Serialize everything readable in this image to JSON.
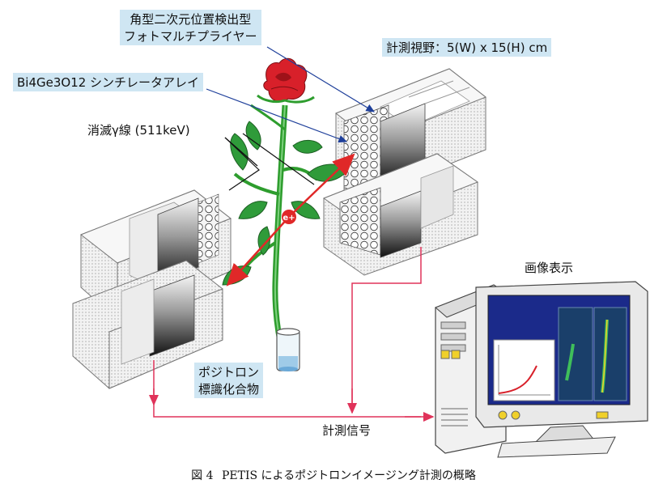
{
  "labels": {
    "photomultiplier_line1": "角型二次元位置検出型",
    "photomultiplier_line2": "フォトマルチプライヤー",
    "field_of_view": "計測視野：5(W) x 15(H) cm",
    "scintillator": "Bi4Ge3O12 シンチレータアレイ",
    "annihilation_gamma": "消滅γ線 (511keV)",
    "image_display": "画像表示",
    "positron_line1": "ポジトロン",
    "positron_line2": "標識化合物",
    "measurement_signal": "計測信号",
    "electron_symbol": "e+"
  },
  "caption": {
    "figure_number": "図 4",
    "text": "PETIS によるポジトロンイメージング計測の概略"
  },
  "colors": {
    "label_background": "#cfe6f3",
    "signal_line": "#e0335a",
    "gamma_ray": "#e02828",
    "leader_line_blue": "#1e3f9a",
    "leader_line_black": "#111111",
    "stem_green": "#2e9d2e",
    "leaf_green": "#2f9b3a",
    "rose_red": "#d8202a",
    "monitor_screen": "#1b2a8a",
    "detector_face": "#e8e8e8"
  },
  "icons": [
    "rose-icon",
    "vial-icon",
    "computer-icon",
    "detector-icon"
  ]
}
